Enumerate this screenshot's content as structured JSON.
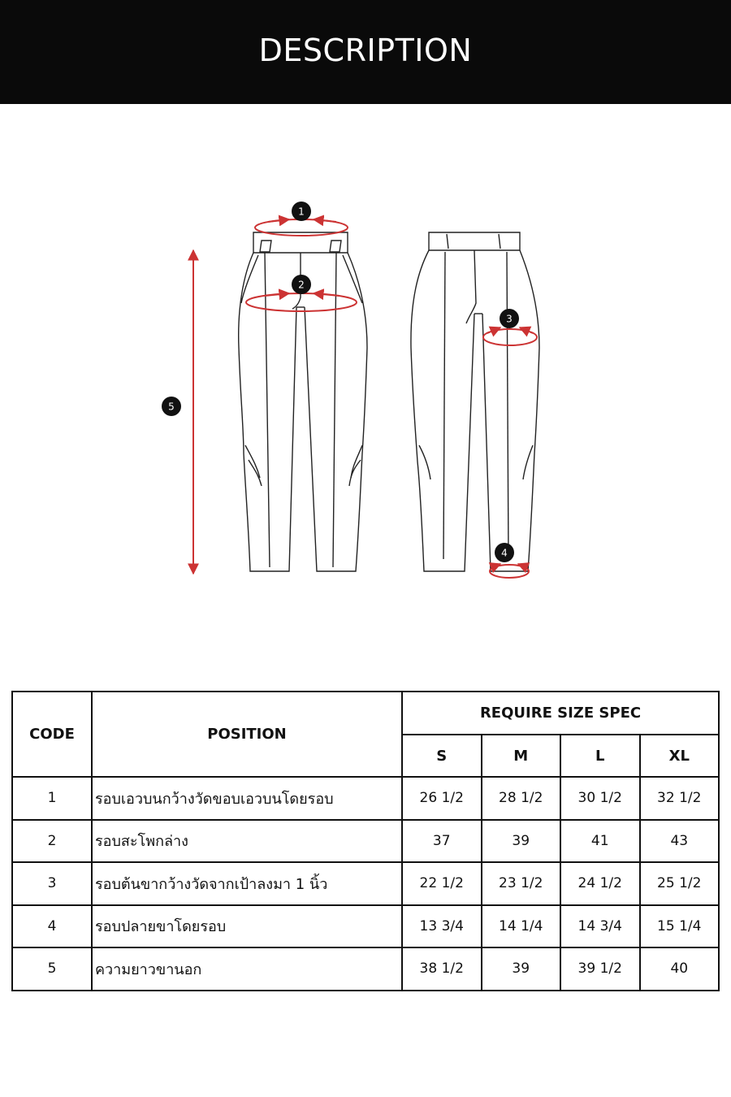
{
  "header": {
    "title": "DESCRIPTION"
  },
  "diagram": {
    "markers": [
      "1",
      "2",
      "3",
      "4",
      "5"
    ],
    "colors": {
      "arrow": "#cc3333",
      "outline": "#222222",
      "badge": "#111111"
    }
  },
  "table": {
    "headers": {
      "code": "CODE",
      "position": "POSITION",
      "spec": "REQUIRE SIZE SPEC",
      "sizes": [
        "S",
        "M",
        "L",
        "XL"
      ]
    },
    "rows": [
      {
        "code": "1",
        "position": "รอบเอวบนกว้างวัดขอบเอวบนโดยรอบ",
        "values": [
          "26 1/2",
          "28 1/2",
          "30 1/2",
          "32 1/2"
        ]
      },
      {
        "code": "2",
        "position": "รอบสะโพกล่าง",
        "values": [
          "37",
          "39",
          "41",
          "43"
        ]
      },
      {
        "code": "3",
        "position": "รอบต้นขากว้างวัดจากเป้าลงมา 1 นิ้ว",
        "values": [
          "22 1/2",
          "23 1/2",
          "24 1/2",
          "25 1/2"
        ]
      },
      {
        "code": "4",
        "position": "รอบปลายขาโดยรอบ",
        "values": [
          "13 3/4",
          "14 1/4",
          "14 3/4",
          "15 1/4"
        ]
      },
      {
        "code": "5",
        "position": "ความยาวขานอก",
        "values": [
          "38 1/2",
          "39",
          "39 1/2",
          "40"
        ]
      }
    ]
  }
}
